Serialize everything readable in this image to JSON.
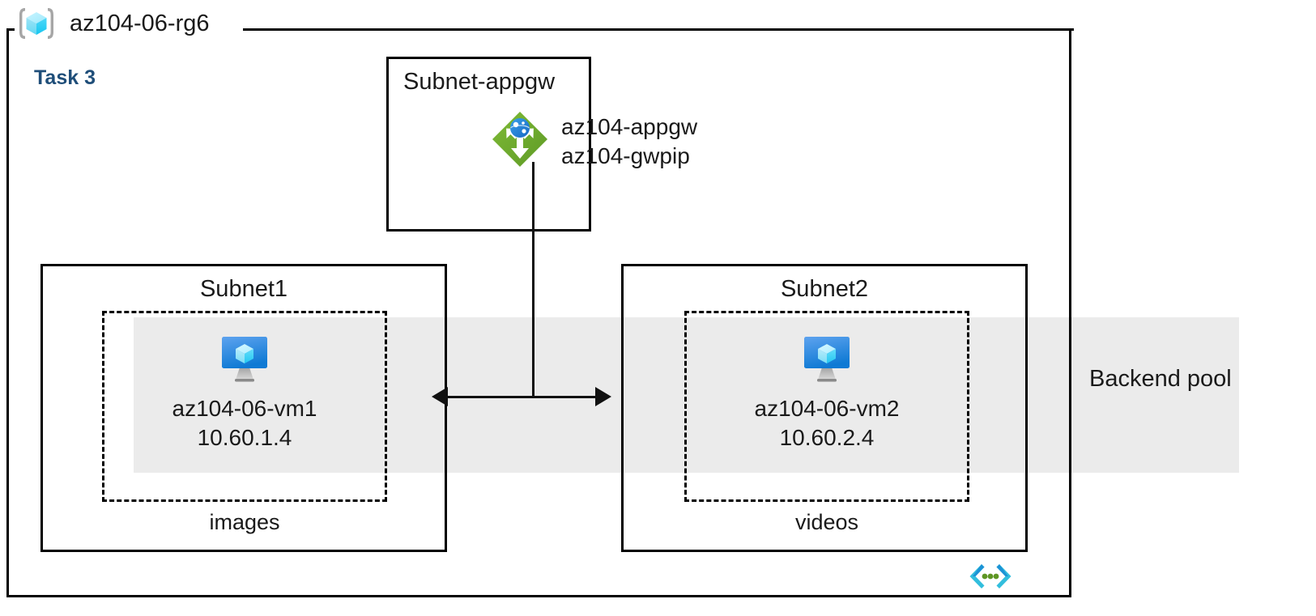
{
  "diagram": {
    "resource_group": {
      "name": "az104-06-rg6",
      "icon": "resource-group-cube-icon"
    },
    "task_label": "Task 3",
    "backend_pool": {
      "label": "Backend pool",
      "band_color": "#ebebeb"
    },
    "appgw_subnet": {
      "title": "Subnet-appgw",
      "icon": "application-gateway-icon",
      "resources": [
        "az104-appgw",
        "az104-gwpip"
      ]
    },
    "subnets": [
      {
        "title": "Subnet1",
        "vm_icon": "virtual-machine-icon",
        "vm_name": "az104-06-vm1",
        "vm_ip": "10.60.1.4",
        "caption": "images"
      },
      {
        "title": "Subnet2",
        "vm_icon": "virtual-machine-icon",
        "vm_name": "az104-06-vm2",
        "vm_ip": "10.60.2.4",
        "caption": "videos"
      }
    ],
    "vnet_marker_icon": "virtual-network-icon",
    "colors": {
      "task_label": "#1f4e79",
      "appgw_green": "#6aa632",
      "vm_blue": "#1b8ce2",
      "cube_cyan": "#50e6ff",
      "backend_gray": "#ebebeb",
      "line_black": "#000000"
    }
  }
}
